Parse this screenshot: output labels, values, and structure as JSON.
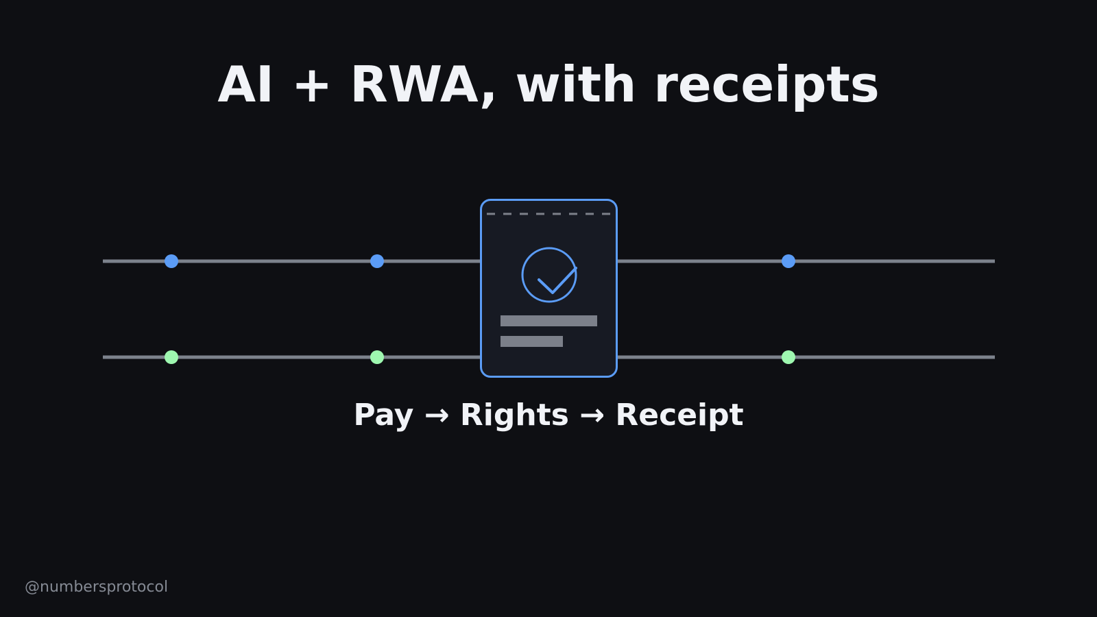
{
  "title": "AI + RWA, with receipts",
  "subtitle": "Pay → Rights → Receipt",
  "handle": "@numbersprotocol",
  "icons": {
    "receipt": "receipt-icon",
    "check": "check-circle-icon"
  },
  "colors": {
    "background": "#0e0f13",
    "title_text": "#f1f3f7",
    "subtitle_text": "#f1f3f7",
    "handle_text": "#858a94",
    "line": "#7c828c",
    "accent_blue": "#5b9cf6",
    "accent_green": "#9ef7b0",
    "card_fill": "#171a23",
    "card_bar": "#7c808a"
  },
  "diagram": {
    "tracks": [
      {
        "name": "track-top",
        "node_color_key": "accent_blue",
        "node_count": 3
      },
      {
        "name": "track-bottom",
        "node_color_key": "accent_green",
        "node_count": 3
      }
    ]
  }
}
